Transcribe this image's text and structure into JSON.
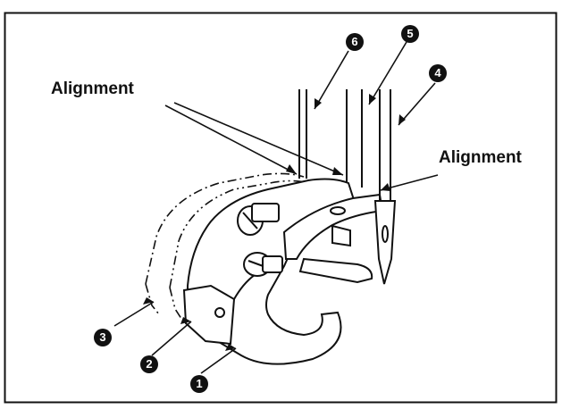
{
  "labels": {
    "alignment_left": "Alignment",
    "alignment_right": "Alignment"
  },
  "callouts": {
    "c1": "1",
    "c2": "2",
    "c3": "3",
    "c4": "4",
    "c5": "5",
    "c6": "6"
  },
  "colors": {
    "ink": "#111111",
    "paper": "#ffffff"
  }
}
